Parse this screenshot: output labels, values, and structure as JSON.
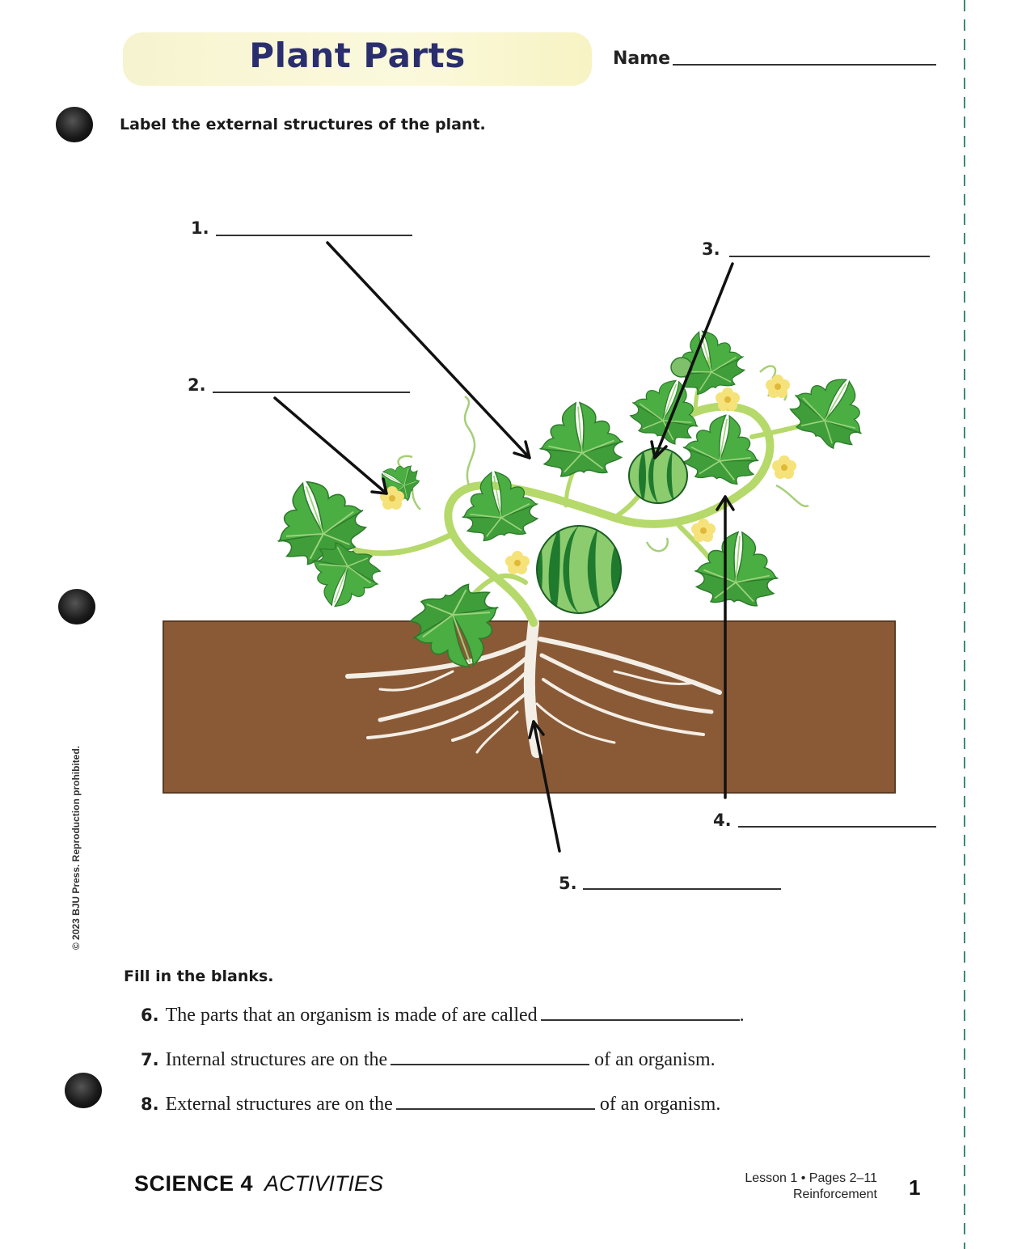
{
  "header": {
    "title": "Plant Parts",
    "name_label": "Name"
  },
  "diagram_section": {
    "instruction": "Label the external structures of the plant.",
    "labels": [
      {
        "number": "1."
      },
      {
        "number": "2."
      },
      {
        "number": "3."
      },
      {
        "number": "4."
      },
      {
        "number": "5."
      }
    ]
  },
  "fill_section": {
    "instruction": "Fill in the blanks.",
    "items": [
      {
        "number": "6.",
        "before": "The parts that an organism is made of are called",
        "after": "."
      },
      {
        "number": "7.",
        "before": "Internal structures are on the",
        "after": "of an organism."
      },
      {
        "number": "8.",
        "before": "External structures are on the",
        "after": "of an organism."
      }
    ]
  },
  "sidebar": {
    "copyright": "© 2023 BJU Press. Reproduction prohibited."
  },
  "footer": {
    "brand": "SCIENCE 4",
    "subtitle": "ACTIVITIES",
    "lesson": "Lesson 1 • Pages 2–11",
    "type": "Reinforcement",
    "page_number": "1"
  },
  "colors": {
    "soil": "#8a5a37",
    "leaf": "#3f9e3a",
    "stem": "#b5d96a",
    "title": "#2a2e6e",
    "banner": "#f8f6d2"
  }
}
